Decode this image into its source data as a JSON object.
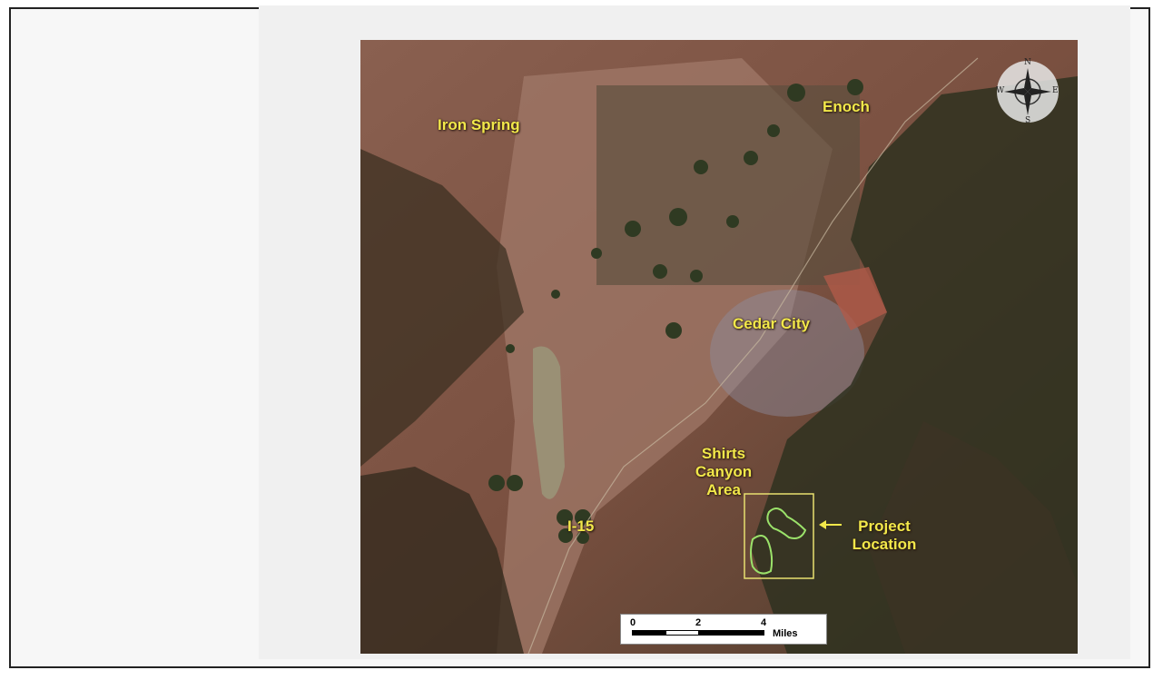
{
  "map": {
    "places": {
      "iron_spring": "Iron Spring",
      "enoch": "Enoch",
      "cedar_city": "Cedar City",
      "shirts_canyon_lines": [
        "Shirts",
        "Canyon",
        "Area"
      ],
      "i15": "I-15",
      "project_location_lines": [
        "Project",
        "Location"
      ]
    },
    "scale_bar": {
      "ticks": [
        "0",
        "2",
        "4"
      ],
      "units": "Miles"
    },
    "compass": {
      "north": "N",
      "south": "S",
      "east": "E",
      "west": "W",
      "icon": "compass-rose-icon"
    },
    "colors": {
      "label": "#f2e84a",
      "project_outline": "#9be26a",
      "project_box": "#e8e070"
    }
  }
}
